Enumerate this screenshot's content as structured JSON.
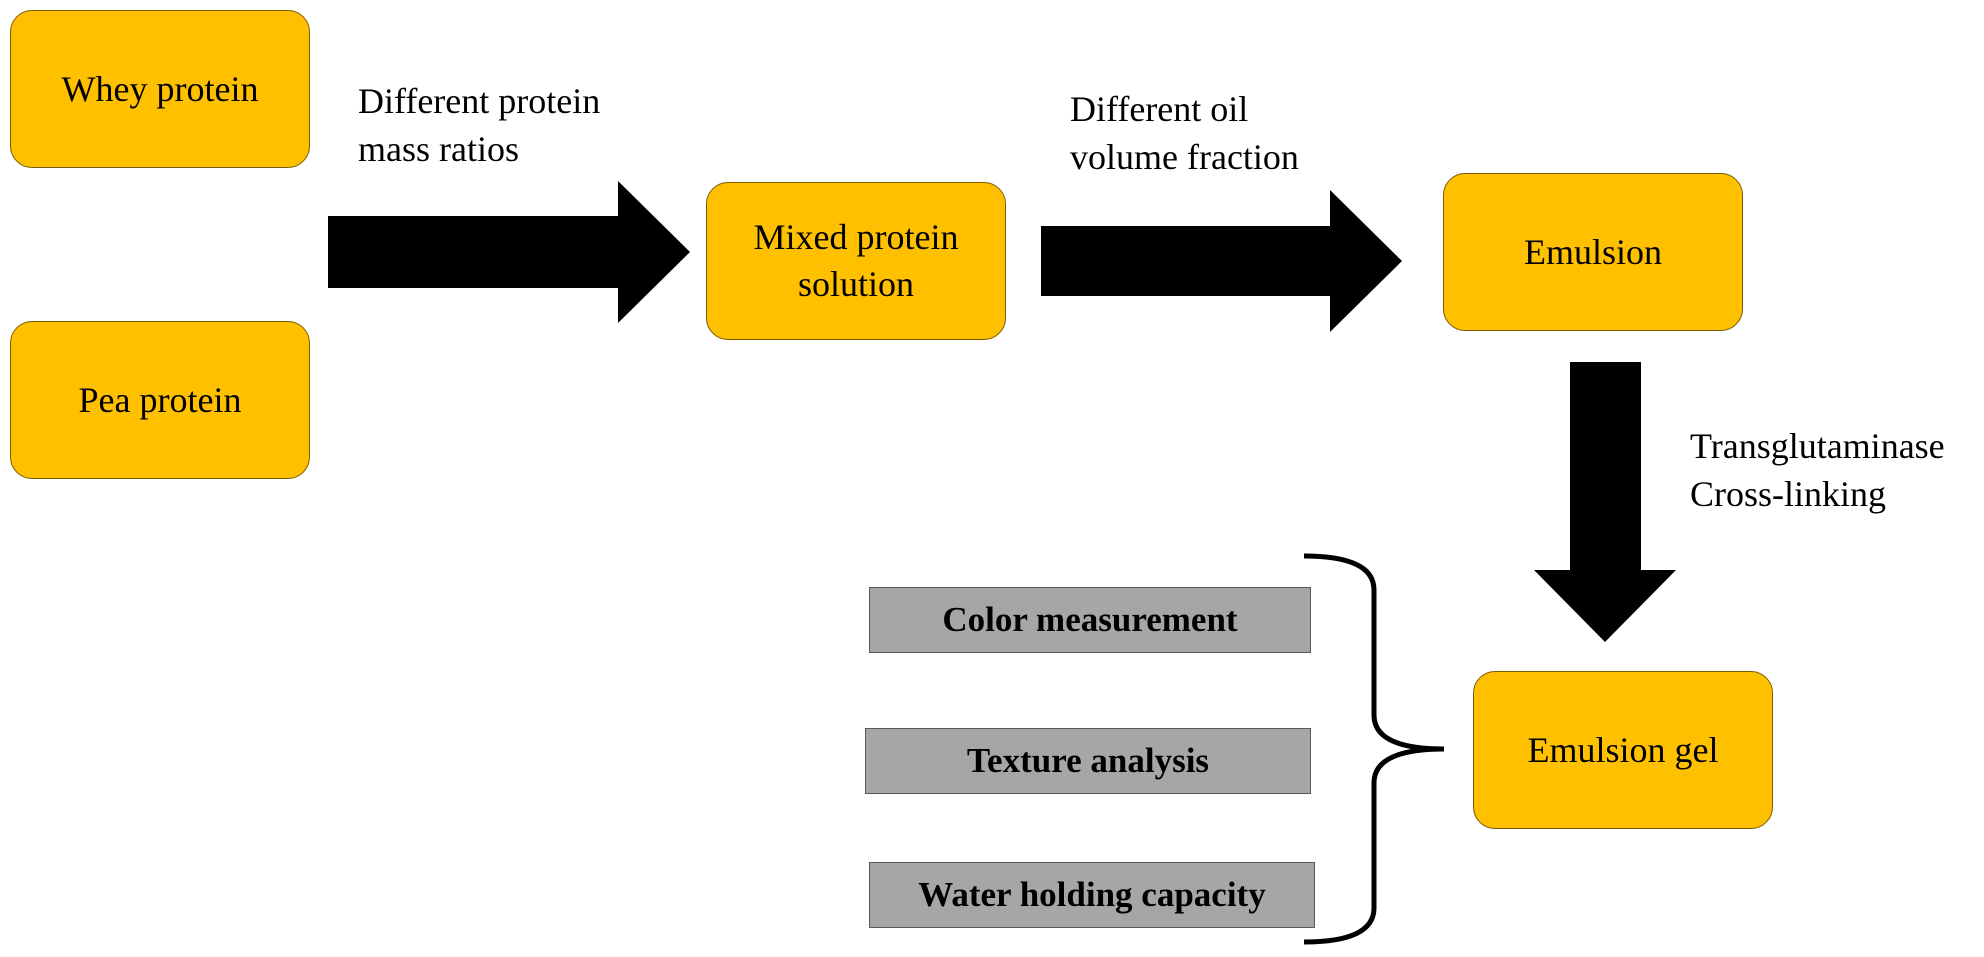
{
  "nodes": {
    "whey": "Whey protein",
    "pea": "Pea protein",
    "mixed": "Mixed protein\nsolution",
    "emulsion": "Emulsion",
    "gel": "Emulsion gel"
  },
  "edges": {
    "ratio": "Different protein\nmass ratios",
    "oil": "Different oil\nvolume fraction",
    "tg": "Transglutaminase\nCross-linking"
  },
  "analyses": [
    "Color measurement",
    "Texture analysis",
    "Water holding capacity"
  ],
  "colors": {
    "box_fill": "#FFC000",
    "analysis_fill": "#A6A6A6",
    "arrow": "#000000"
  }
}
